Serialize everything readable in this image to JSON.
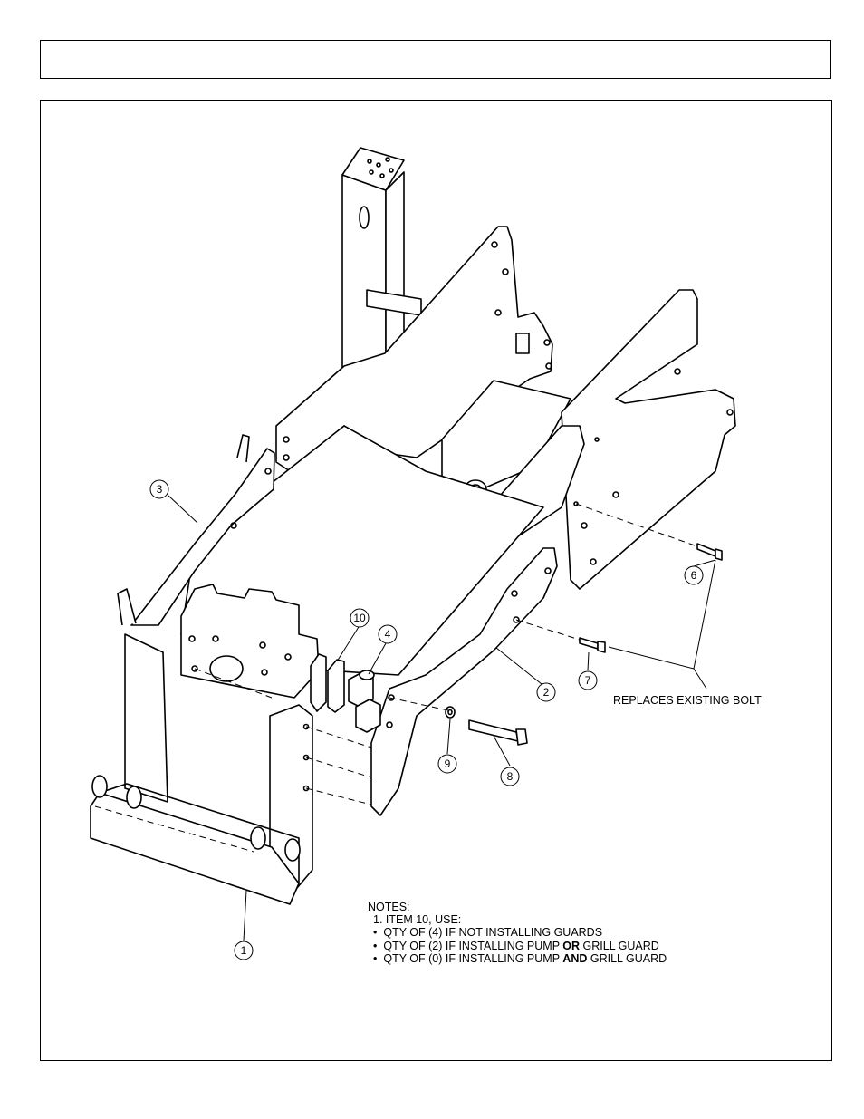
{
  "header": {
    "title": ""
  },
  "callouts": {
    "c1": "1",
    "c2": "2",
    "c3": "3",
    "c4": "4",
    "c6": "6",
    "c7": "7",
    "c8": "8",
    "c9": "9",
    "c10": "10"
  },
  "replaces_label": "REPLACES EXISTING BOLT",
  "notes": {
    "heading": "NOTES:",
    "item": "1.  ITEM 10, USE:",
    "bullets": [
      {
        "pre": "QTY OF (4) IF NOT INSTALLING GUARDS",
        "bold": "",
        "post": ""
      },
      {
        "pre": "QTY OF (2) IF INSTALLING PUMP ",
        "bold": "OR",
        "post": " GRILL GUARD"
      },
      {
        "pre": "QTY OF (0) IF INSTALLING PUMP ",
        "bold": "AND",
        "post": " GRILL GUARD"
      }
    ],
    "bullet_char": "•"
  }
}
